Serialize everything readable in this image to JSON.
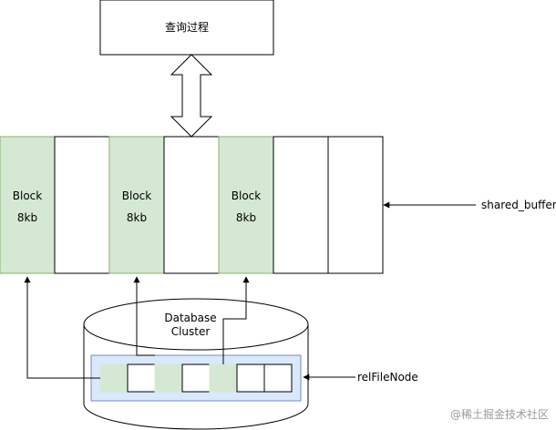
{
  "query_process": {
    "label": "查询过程"
  },
  "shared_buffers": {
    "label": "shared_buffers",
    "blocks": [
      {
        "line1": "Block",
        "line2": "8kb",
        "fill": "#d5e8d4"
      },
      {
        "line1": "",
        "line2": "",
        "fill": "#ffffff"
      },
      {
        "line1": "Block",
        "line2": "8kb",
        "fill": "#d5e8d4"
      },
      {
        "line1": "",
        "line2": "",
        "fill": "#ffffff"
      },
      {
        "line1": "Block",
        "line2": "8kb",
        "fill": "#d5e8d4"
      },
      {
        "line1": "",
        "line2": "",
        "fill": "#ffffff"
      },
      {
        "line1": "",
        "line2": "",
        "fill": "#ffffff"
      }
    ]
  },
  "database": {
    "line1": "Database",
    "line2": "Cluster"
  },
  "relfilenode": {
    "label": "relFileNode",
    "segments": [
      "green",
      "white",
      "green",
      "white",
      "green",
      "white",
      "white"
    ]
  },
  "watermark": "@稀土掘金技术社区",
  "colors": {
    "green_fill": "#d5e8d4",
    "green_stroke": "#82b366",
    "blue_fill": "#dae8fc",
    "blue_stroke": "#6c8ebf",
    "line": "#000000"
  }
}
